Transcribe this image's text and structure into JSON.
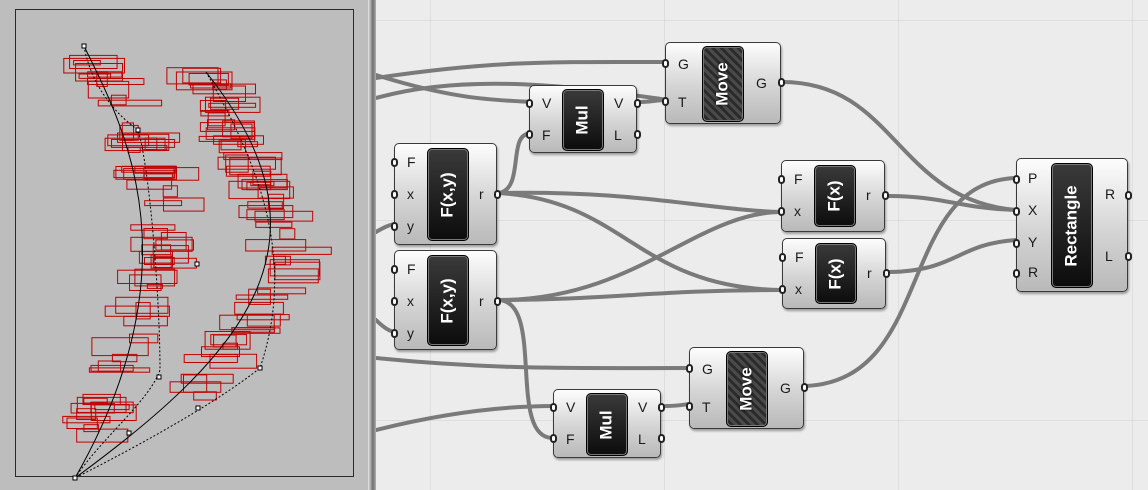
{
  "canvas": {
    "components": [
      {
        "id": "move1",
        "name": "Move",
        "inputs": [
          "G",
          "T"
        ],
        "outputs": [
          "G"
        ],
        "hatched": true
      },
      {
        "id": "mul1",
        "name": "Mul",
        "inputs": [
          "V",
          "F"
        ],
        "outputs": [
          "V",
          "L"
        ],
        "hatched": false
      },
      {
        "id": "fxy1",
        "name": "F(x,y)",
        "inputs": [
          "F",
          "x",
          "y"
        ],
        "outputs": [
          "r"
        ],
        "hatched": false
      },
      {
        "id": "fxy2",
        "name": "F(x,y)",
        "inputs": [
          "F",
          "x",
          "y"
        ],
        "outputs": [
          "r"
        ],
        "hatched": false
      },
      {
        "id": "fx1",
        "name": "F(x)",
        "inputs": [
          "F",
          "x"
        ],
        "outputs": [
          "r"
        ],
        "hatched": false
      },
      {
        "id": "fx2",
        "name": "F(x)",
        "inputs": [
          "F",
          "x"
        ],
        "outputs": [
          "r"
        ],
        "hatched": false
      },
      {
        "id": "rect",
        "name": "Rectangle",
        "inputs": [
          "P",
          "X",
          "Y",
          "R"
        ],
        "outputs": [
          "R",
          "L"
        ],
        "hatched": false
      },
      {
        "id": "move2",
        "name": "Move",
        "inputs": [
          "G",
          "T"
        ],
        "outputs": [
          "G"
        ],
        "hatched": true
      },
      {
        "id": "mul2",
        "name": "Mul",
        "inputs": [
          "V",
          "F"
        ],
        "outputs": [
          "V",
          "L"
        ],
        "hatched": false
      }
    ]
  },
  "colors": {
    "viewport_bg": "#bdbdbd",
    "canvas_bg": "#ececec",
    "preview_red": "#c00000",
    "wire": "#7a7a7a"
  }
}
